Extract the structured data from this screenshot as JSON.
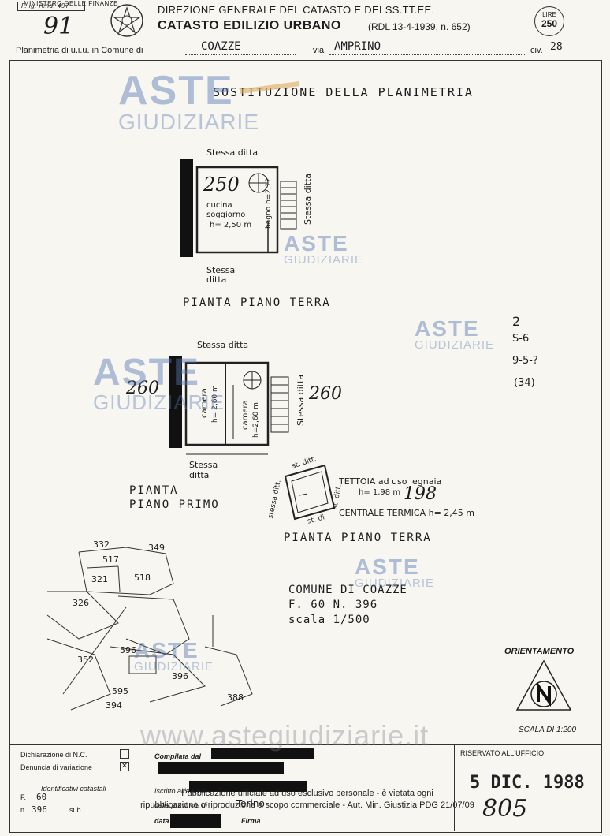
{
  "header": {
    "form_code": "F. ig. rend. 497",
    "sheet_number": "91",
    "ministry": "MINISTERO DELLE FINANZE",
    "direzione": "DIREZIONE GENERALE DEL CATASTO E DEI SS.TT.EE.",
    "catasto_title": "CATASTO EDILIZIO URBANO",
    "catasto_ref": "(RDL 13-4-1939, n. 652)",
    "lire_label": "LIRE",
    "lire_value": "250",
    "planimetria_label": "Planimetria di u.i.u. in Comune di",
    "comune_value": "COAZZE",
    "via_label": "via",
    "via_value": "AMPRINO",
    "civ_label": "civ.",
    "civ_value": "28"
  },
  "title": "SOSTITUZIONE DELLA PLANIMETRIA",
  "ground_floor": {
    "top_ditta": "Stessa ditta",
    "right_ditta": "Stessa ditta",
    "bottom_ditta_1": "Stessa",
    "bottom_ditta_2": "ditta",
    "surface": "250",
    "room_1": "cucina",
    "room_2": "soggiorno",
    "room_h": "h= 2,50 m",
    "bagno": "bagno h=2,12",
    "plan_label": "PIANTA PIANO TERRA"
  },
  "first_floor": {
    "top_ditta": "Stessa ditta",
    "right_ditta": "Stessa ditta",
    "bottom_ditta_1": "Stessa",
    "bottom_ditta_2": "ditta",
    "surface_left": "260",
    "surface_right": "260",
    "camera_1": "camera",
    "camera_1_h": "h= 2,60 m",
    "camera_2": "camera",
    "camera_2_h": "h=2,60 m",
    "plan_label_1": "PIANTA",
    "plan_label_2": "PIANO PRIMO"
  },
  "annex": {
    "st_ditt_top": "st. ditt.",
    "st_ditt_right": "st. ditt.",
    "stessa_ditt_left": "stessa ditt.",
    "st_di": "st. di",
    "tettoia": "TETTOIA ad uso legnaia",
    "tettoia_h": "h= 1,98 m",
    "surface": "198",
    "centrale": "CENTRALE TERMICA h= 2,45 m",
    "plan_label": "PIANTA PIANO TERRA"
  },
  "map": {
    "parcels": [
      "332",
      "349",
      "517",
      "321",
      "518",
      "326",
      "352",
      "596",
      "396",
      "595",
      "394",
      "388"
    ],
    "comune": "COMUNE DI COAZZE",
    "foglio": "F. 60 N. 396",
    "scala": "scala 1/500"
  },
  "orientamento": "ORIENTAMENTO",
  "scala_bottom": "SCALA DI 1:200",
  "side_notes": [
    "2",
    "S-6",
    "9-5-?",
    "(34)"
  ],
  "footer": {
    "dichiarazione": "Dichiarazione di N.C.",
    "denuncia": "Denuncia di variazione",
    "identificativi": "Identificativi catastali",
    "foglio_label": "F.",
    "foglio_value": "60",
    "n_label": "n.",
    "n_value": "396",
    "sub_label": "sub.",
    "compilata_label": "Compilata dal",
    "iscritto_label": "Iscritto all'albo dei",
    "provincia_label": "della provincia di",
    "provincia_value": "Torino",
    "data_label": "data",
    "firma_label": "Firma",
    "riservato": "RISERVATO ALL'UFFICIO",
    "stamp_date": "5 DIC. 1988",
    "stamp_num": "805"
  },
  "watermark": {
    "aste": "ASTE",
    "giudiziarie": "GIUDIZIARIE",
    "site": "www.astegiudiziarie.it"
  },
  "publication": {
    "line_1": "Pubblicazione ufficiale ad uso esclusivo personale - è vietata ogni",
    "line_2": "ripubblicazione o riproduzione a scopo commerciale - Aut. Min. Giustizia PDG 21/07/09"
  }
}
